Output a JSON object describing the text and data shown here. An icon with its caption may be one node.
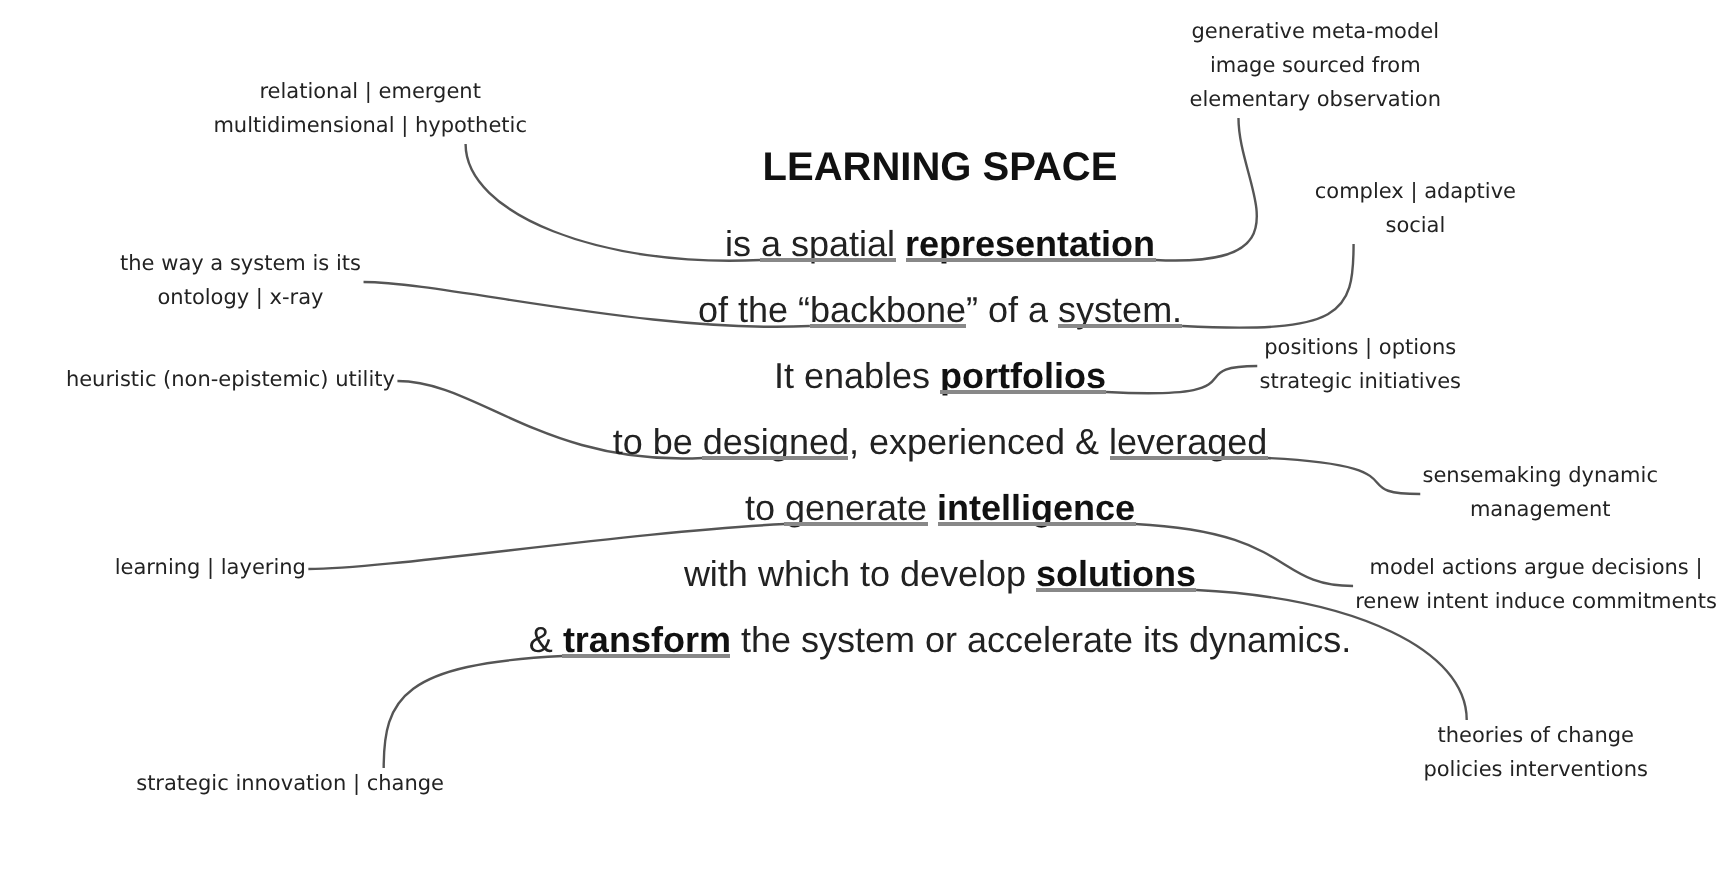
{
  "diagram": {
    "title": "LEARNING SPACE",
    "nodes": [
      {
        "text": [
          "generative meta-model image sourced from elementary observation"
        ]
      },
      {
        "text": [
          "relational | emergent multidimensional | hypothetic"
        ]
      },
      {
        "text": [
          "complex | adaptive social"
        ]
      },
      {
        "text": [
          "the way a system is its ontology | x-ray"
        ]
      },
      {
        "text": [
          "heuristic (non-epistemic) utility"
        ]
      },
      {
        "text": [
          "positions | options strategic initiatives"
        ]
      },
      {
        "text": [
          "sensemaking dynamic management"
        ]
      },
      {
        "text": [
          "learning | layering"
        ]
      },
      {
        "text": [
          "model actions argue decisions | renew intent induce commitments"
        ]
      },
      {
        "text": [
          "theories of change policies interventions"
        ]
      },
      {
        "text": [
          "strategic innovation | change"
        ]
      },
      {
        "text": [],
        "shape": "bar"
      },
      {
        "text": [],
        "shape": "bar"
      },
      {
        "text": [],
        "shape": "bar"
      },
      {
        "text": [],
        "shape": "bar"
      },
      {
        "text": [],
        "shape": "bar"
      },
      {
        "text": [],
        "shape": "bar"
      },
      {
        "text": [],
        "shape": "bar"
      },
      {
        "text": [],
        "shape": "bar"
      },
      {
        "text": [],
        "shape": "bar"
      },
      {
        "text": [],
        "shape": "bar"
      },
      {
        "text": [],
        "shape": "bar"
      }
    ],
    "edges": [
      {
        "from": 0,
        "to": 12,
        "arrow": "none"
      },
      {
        "from": 1,
        "to": 11,
        "arrow": "none"
      },
      {
        "from": 2,
        "to": 14,
        "arrow": "none"
      },
      {
        "from": 3,
        "to": 13,
        "arrow": "none"
      },
      {
        "from": 4,
        "to": 16,
        "arrow": "none"
      },
      {
        "from": 5,
        "to": 15,
        "arrow": "none"
      },
      {
        "from": 6,
        "to": 17,
        "arrow": "none"
      },
      {
        "from": 7,
        "to": 18,
        "arrow": "none"
      },
      {
        "from": 8,
        "to": 19,
        "arrow": "none"
      },
      {
        "from": 9,
        "to": 20,
        "arrow": "none"
      },
      {
        "from": 10,
        "to": 21,
        "arrow": "none"
      }
    ],
    "labels": [
      "is a spatial **representation**",
      "of the “backbone” of a system.",
      "It enables **portfolios**",
      "to be designed, experienced & leveraged",
      "to generate **intelligence**",
      "with which to develop **solutions**",
      "& **transform** the system or accelerate its dynamics."
    ]
  }
}
